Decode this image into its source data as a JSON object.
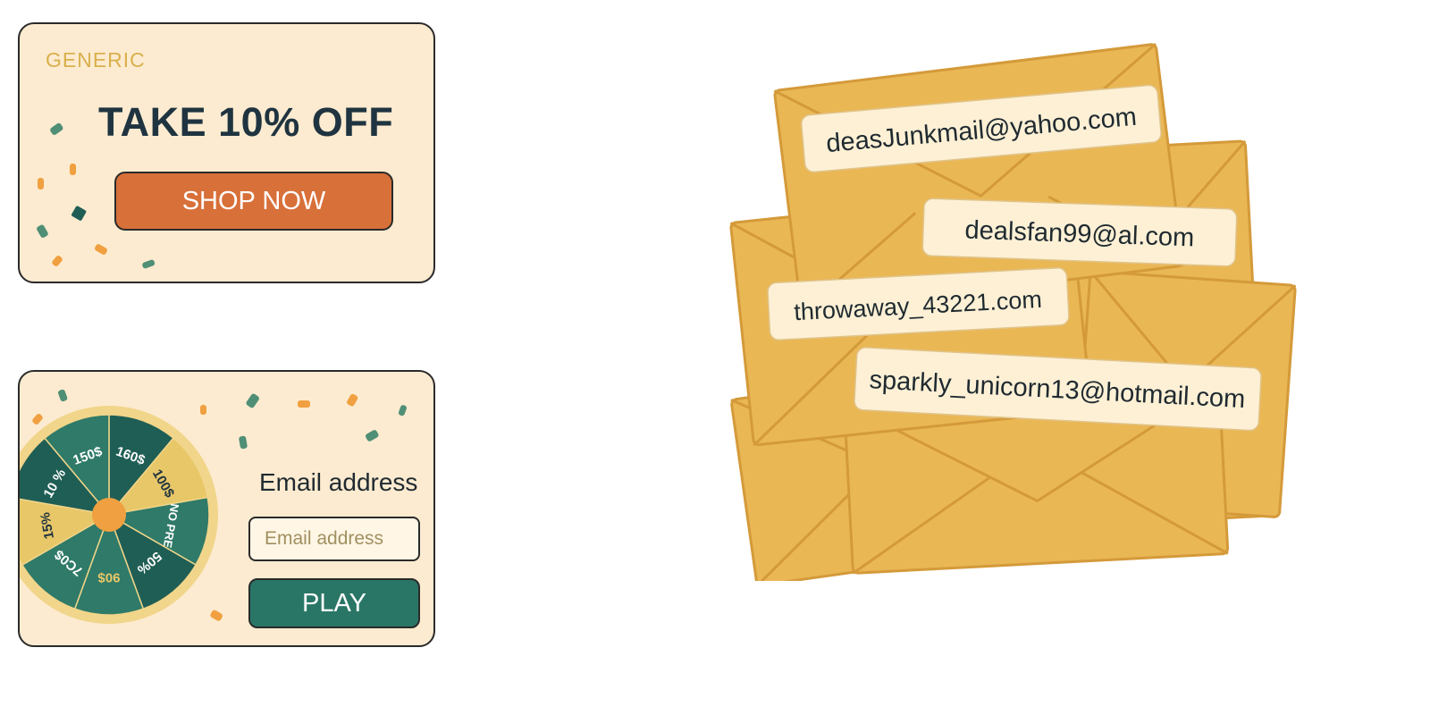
{
  "colors": {
    "card_bg": "#fcebd0",
    "brand": "#d9b04c",
    "headline": "#1f3440",
    "shop_button": "#d8703a",
    "play_button": "#2a7666",
    "wheel_dark": "#1f5e55",
    "wheel_mid": "#2f7a68",
    "wheel_yellow": "#e8c768",
    "envelope": "#eab755",
    "envelope_line": "#d49a3a",
    "label_bg": "#fdf0d5"
  },
  "promo_card": {
    "brand": "GENERIC",
    "headline": "TAKE 10% OFF",
    "button_label": "SHOP NOW"
  },
  "spin_card": {
    "wheel_segments": [
      "160$",
      "100$",
      "NO PRE",
      "50%",
      "90$",
      "7C0$",
      "15%",
      "10 %",
      "150$"
    ],
    "email_label": "Email address",
    "email_placeholder": "Email address",
    "email_value": "",
    "play_label": "PLAY"
  },
  "email_labels": [
    "deasJunkmail@yahoo.com",
    "dealsfan99@al.com",
    "throwaway_43221.com",
    "sparkly_unicorn13@hotmail.com"
  ]
}
